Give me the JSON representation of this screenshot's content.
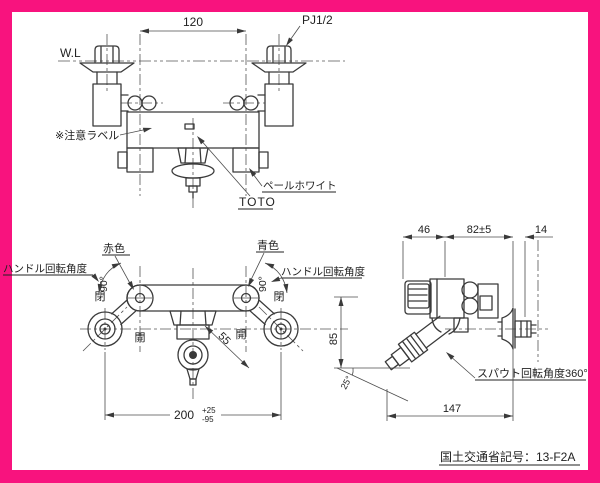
{
  "colors": {
    "frame": "#f8137e",
    "ink": "#3a3a3a"
  },
  "top": {
    "dim_pitch": "120",
    "thread": "PJ1/2",
    "wl": "W.L",
    "caution": "※注意ラベル",
    "brand": "TOTO",
    "body_color": "ペールホワイト"
  },
  "front": {
    "hot": "赤色",
    "cold": "青色",
    "handle_angle": "ハンドル回転角度",
    "deg90": "90°",
    "closed": "閉",
    "open": "開",
    "dim55": "55",
    "dim200": "200",
    "tol_up": "+25",
    "tol_dn": "-95"
  },
  "side": {
    "dim46": "46",
    "dim82": "82±5",
    "dim14": "14",
    "dim85": "85",
    "dim147": "147",
    "spout_tilt": "25°",
    "spout_rot": "スパウト回転角度360°"
  },
  "footer": {
    "code": "国土交通省記号：13-F2A"
  }
}
